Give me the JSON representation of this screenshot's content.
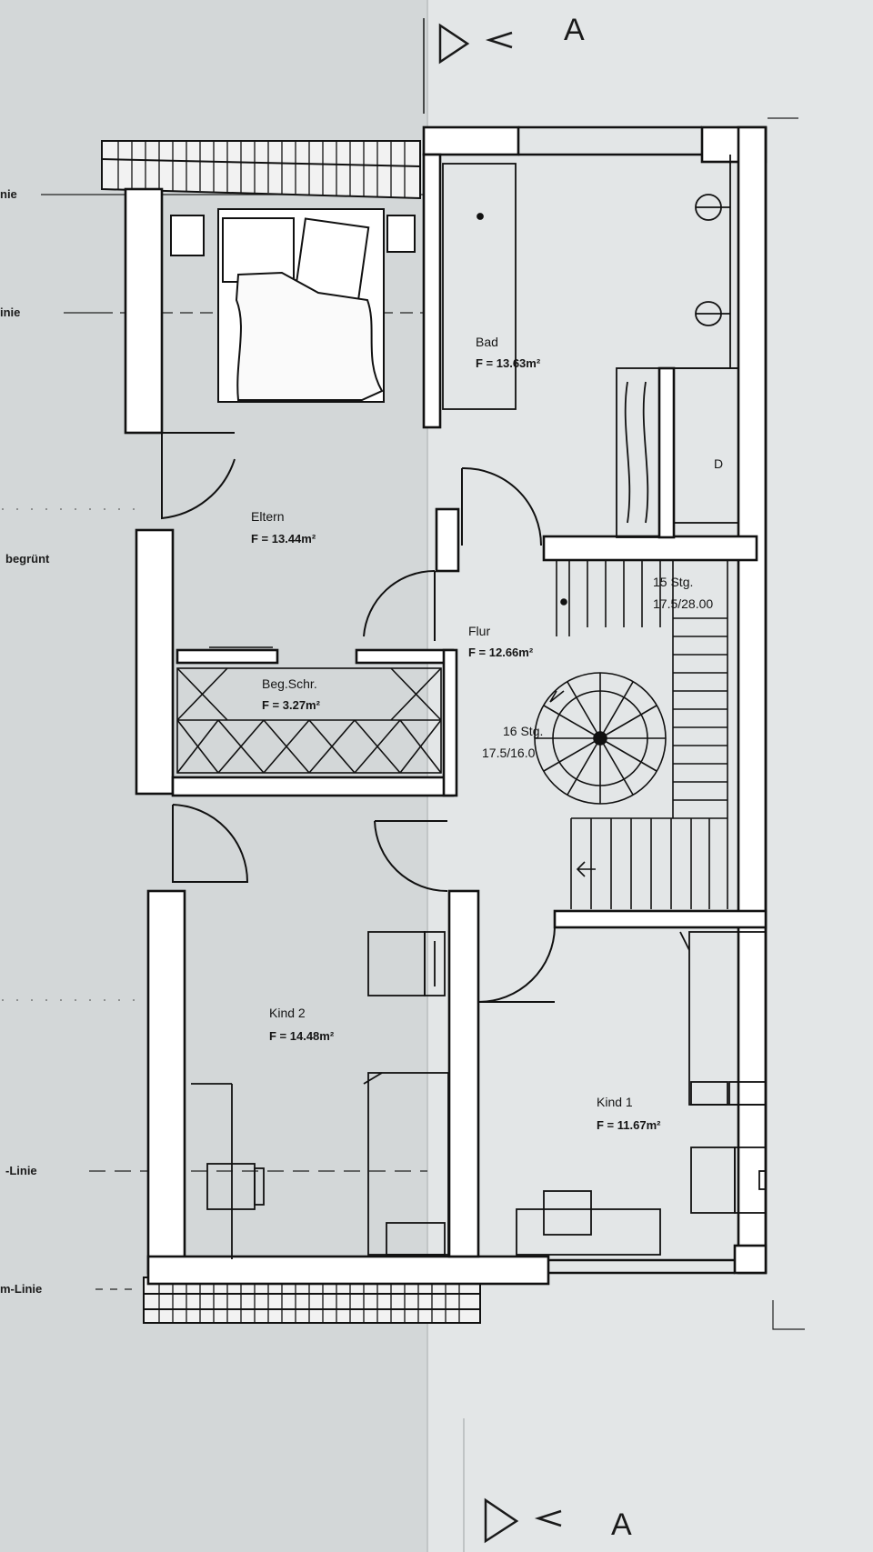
{
  "section_marker": {
    "letter": "A"
  },
  "rooms": [
    {
      "id": "bad",
      "name": "Bad",
      "area": "F = 13.63m²"
    },
    {
      "id": "eltern",
      "name": "Eltern",
      "area": "F = 13.44m²"
    },
    {
      "id": "flur",
      "name": "Flur",
      "area": "F = 12.66m²"
    },
    {
      "id": "beg",
      "name": "Beg.Schr.",
      "area": "F = 3.27m²"
    },
    {
      "id": "kind2",
      "name": "Kind 2",
      "area": "F = 14.48m²"
    },
    {
      "id": "kind1",
      "name": "Kind 1",
      "area": "F = 11.67m²"
    }
  ],
  "stairs": [
    {
      "id": "straight",
      "steps": "15 Stg.",
      "ratio": "17.5/28.00"
    },
    {
      "id": "spiral",
      "steps": "16 Stg.",
      "ratio": "17.5/16.0"
    }
  ],
  "fixtures": {
    "dryer": "D"
  },
  "side_labels": {
    "l1": "nie",
    "l2": "inie",
    "l3": "begrünt",
    "l4": "-Linie",
    "l5": "m-Linie"
  }
}
